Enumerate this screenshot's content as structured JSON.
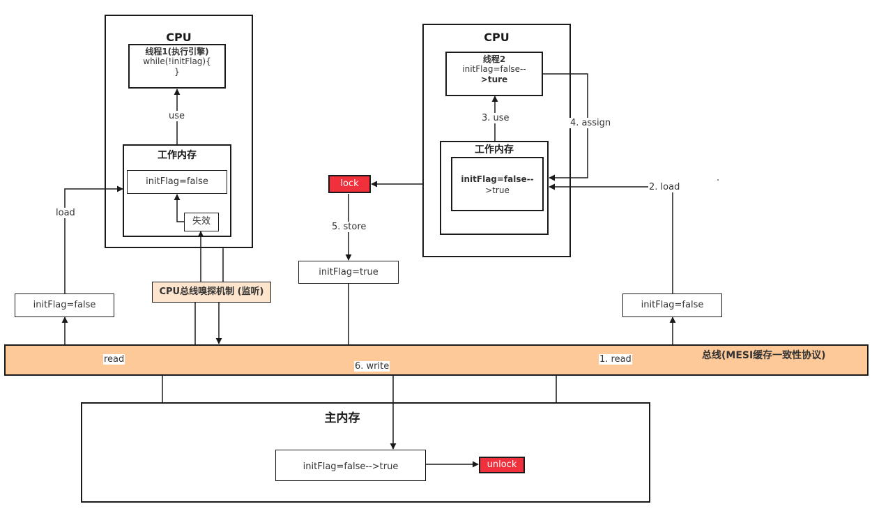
{
  "colors": {
    "bus_fill": "#fdc998",
    "snoop_fill": "#fde4cc",
    "lock_red": "#f0303a",
    "line": "#1a1a1a"
  },
  "cpu1": {
    "title": "CPU",
    "thread_title": "线程1(执行引擎)",
    "thread_line1": "while(!initFlag){",
    "thread_line2": "}",
    "use_label": "use",
    "working_memory_title": "工作内存",
    "var_box": "initFlag=false",
    "invalid_label": "失效"
  },
  "cpu2": {
    "title": "CPU",
    "thread_title": "线程2",
    "thread_line1": "initFlag=false--",
    "thread_line2": ">ture",
    "use_label": "3. use",
    "working_memory_title": "工作内存",
    "var_line1": "initFlag=false--",
    "var_line2": ">true",
    "assign_label": "4. assign",
    "load_label": "2. load"
  },
  "left": {
    "load_label": "load",
    "flag_box": "initFlag=false",
    "read_label": "read",
    "snoop_label": "CPU总线嗅探机制 (监听)"
  },
  "middle": {
    "lock_label": "lock",
    "store_label": "5. store",
    "flag_box": "initFlag=true",
    "write_label": "6. write"
  },
  "right": {
    "flag_box": "initFlag=false",
    "read_label": "1. read",
    "dot": "."
  },
  "bus": {
    "label": "总线(MESI缓存一致性协议)"
  },
  "main_memory": {
    "title": "主内存",
    "flag_box": "initFlag=false-->true",
    "unlock_label": "unlock"
  }
}
